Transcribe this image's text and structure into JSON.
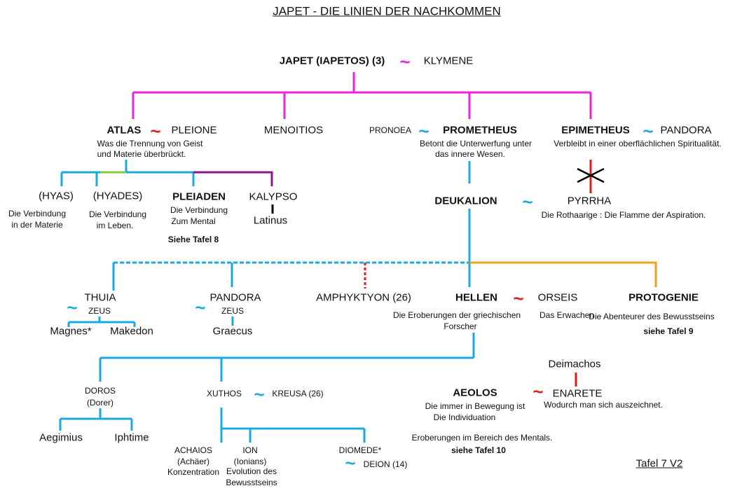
{
  "title": "JAPET - DIE LINIEN DER NACHKOMMEN",
  "colors": {
    "magenta": "#ee22dd",
    "blue": "#1aa8e0",
    "red": "#e21b1b",
    "green": "#8cc63f",
    "purple": "#8b168b",
    "orange": "#f0a020"
  },
  "tilde": "~",
  "root": {
    "name": "JAPET (IAPETOS) (3)",
    "spouse": "KLYMENE"
  },
  "atlas": {
    "name": "ATLAS",
    "spouse": "PLEIONE",
    "desc1": "Was die Trennung von Geist",
    "desc2": "und Materie überbrückt."
  },
  "menoitios": {
    "name": "MENOITIOS"
  },
  "prometheus": {
    "spouse": "PRONOEA",
    "name": "PROMETHEUS",
    "desc1": "Betont die Unterwerfung unter",
    "desc2": "das innere Wesen."
  },
  "epimetheus": {
    "name": "EPIMETHEUS",
    "spouse": "PANDORA",
    "desc": "Verbleibt in einer oberflächlichen Spiritualität."
  },
  "deukalion": {
    "name": "DEUKALION",
    "spouse": "PYRRHA",
    "spouse_desc": "Die Rothaarige : Die Flamme der Aspiration."
  },
  "hyas": {
    "name": "(HYAS)",
    "desc1": "Die Verbindung",
    "desc2": "in der Materie"
  },
  "hyades": {
    "name": "(HYADES)",
    "desc1": "Die Verbindung",
    "desc2": "im Leben."
  },
  "pleiaden": {
    "name": "PLEIADEN",
    "desc1": "Die Verbindung",
    "desc2": "Zum Mental",
    "ref": "Siehe  Tafel 8"
  },
  "kalypso": {
    "name": "KALYPSO",
    "child": "Latinus"
  },
  "thuia": {
    "name": "THUIA",
    "spouse": "ZEUS",
    "children": [
      "Magnes*",
      "Makedon"
    ]
  },
  "pandora2": {
    "name": "PANDORA",
    "spouse": "ZEUS",
    "child": "Graecus"
  },
  "amphyktyon": {
    "name": "AMPHYKTYON (26)"
  },
  "hellen": {
    "name": "HELLEN",
    "spouse": "ORSEIS",
    "desc1": "Die Eroberungen der griechischen",
    "desc2": "Forscher",
    "spouse_desc": "Das Erwachen"
  },
  "protogenie": {
    "name": "PROTOGENIE",
    "desc": "Die Abenteurer des Bewusstseins",
    "ref": "siehe Tafel 9"
  },
  "doros": {
    "name": "DOROS",
    "sub": "(Dorer)",
    "children": [
      "Aegimius",
      "Iphtime"
    ]
  },
  "xuthos": {
    "name": "XUTHOS",
    "spouse": "KREUSA (26)"
  },
  "achaios": {
    "name": "ACHAIOS",
    "sub": "(Achäer)",
    "desc": "Konzentration"
  },
  "ion": {
    "name": "ION",
    "sub": "(Ionians)",
    "desc1": "Evolution des",
    "desc2": "Bewusstseins"
  },
  "diomede": {
    "name": "DIOMEDE*",
    "spouse": "DEION (14)"
  },
  "aeolos": {
    "name": "AEOLOS",
    "desc1": "Die immer in Bewegung ist",
    "desc2": "Die Individuation",
    "desc3": "Eroberungen im Bereich des Mentals.",
    "ref": "siehe Tafel 10"
  },
  "enarete": {
    "father": "Deimachos",
    "name": "ENARETE",
    "desc": "Wodurch man sich auszeichnet."
  },
  "footer": "Tafel 7 V2"
}
